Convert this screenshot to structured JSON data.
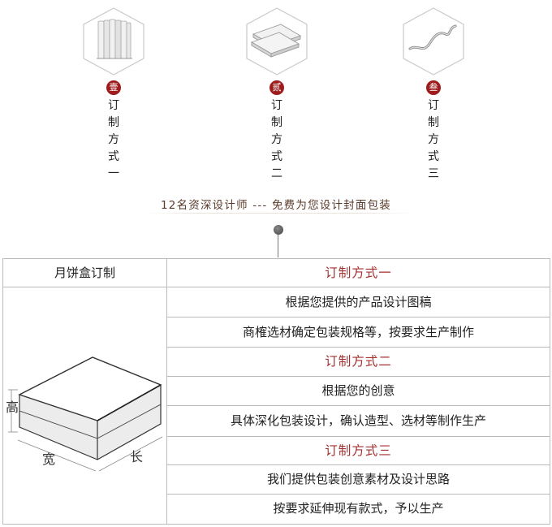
{
  "methods": [
    {
      "badge": "壹",
      "label": "订制方式一",
      "icon": "stacked-paper-sheets-icon"
    },
    {
      "badge": "贰",
      "label": "订制方式二",
      "icon": "paperboard-stack-icon"
    },
    {
      "badge": "叁",
      "label": "订制方式三",
      "icon": "ribbon-icon"
    }
  ],
  "slogan": "12名资深设计师 --- 免费为您设计封面包装",
  "table": {
    "product": "月饼盒订制",
    "diagram_labels": {
      "height": "高",
      "width": "宽",
      "length": "长"
    },
    "rows": [
      {
        "text": "订制方式一",
        "type": "header"
      },
      {
        "text": "根据您提供的产品设计图稿",
        "type": "body"
      },
      {
        "text": "商榷选材确定包装规格等，按要求生产制作",
        "type": "body"
      },
      {
        "text": "订制方式二",
        "type": "header"
      },
      {
        "text": "根据您的创意",
        "type": "body"
      },
      {
        "text": "具体深化包装设计，确认造型、选材等制作生产",
        "type": "body"
      },
      {
        "text": "订制方式三",
        "type": "header"
      },
      {
        "text": "我们提供包装创意素材及设计思路",
        "type": "body"
      },
      {
        "text": "按要求延伸现有款式，予以生产",
        "type": "body"
      }
    ]
  },
  "colors": {
    "accent": "#a43030",
    "badge": "#9e1c1c",
    "border": "#bbbbbb",
    "slogan": "#5a3a2a"
  }
}
